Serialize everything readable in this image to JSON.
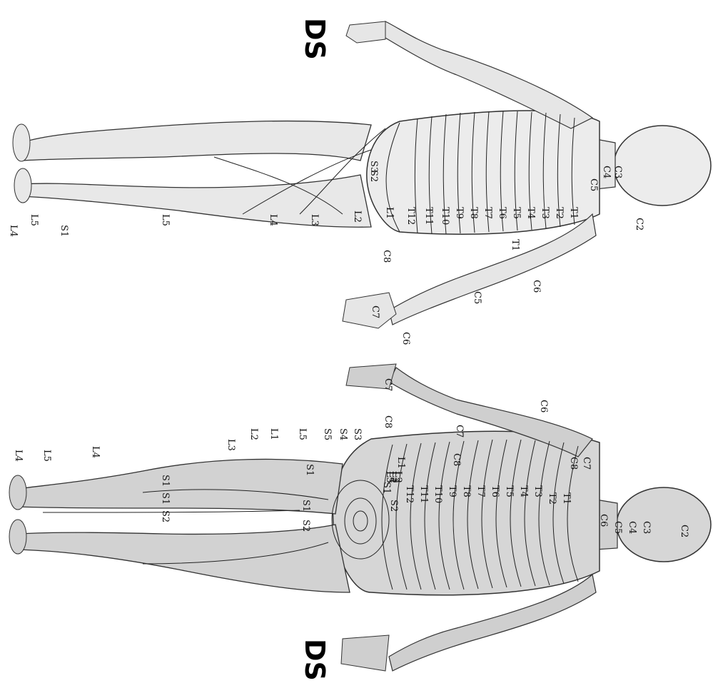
{
  "corner_marks": {
    "top": "DS",
    "bottom": "DS"
  },
  "anterior_labels": [
    "C2",
    "C3",
    "C4",
    "C5",
    "C6",
    "C8",
    "C7",
    "C5",
    "C6",
    "T1",
    "T1",
    "T2",
    "T3",
    "T4",
    "T5",
    "T6",
    "T7",
    "T8",
    "T9",
    "T10",
    "T11",
    "T12",
    "L1",
    "L2",
    "L3",
    "L4",
    "L5",
    "L5",
    "L4",
    "S1",
    "S2",
    "S3"
  ],
  "posterior_labels": [
    "C2",
    "C3",
    "C4",
    "C5",
    "C6",
    "C7",
    "C8",
    "C6",
    "C7",
    "C7",
    "C8",
    "C8",
    "T1",
    "T2",
    "T3",
    "T4",
    "T5",
    "T6",
    "T7",
    "T8",
    "T9",
    "T10",
    "T11",
    "T12",
    "L1",
    "L2",
    "L3",
    "L4",
    "L5",
    "S1",
    "S2",
    "S3",
    "S4",
    "S5",
    "S1",
    "L5",
    "L1",
    "L2",
    "L3",
    "S1",
    "S2",
    "S1",
    "S1",
    "S2",
    "L4",
    "L5",
    "L4"
  ],
  "colors": {
    "skin_front": "#ececec",
    "skin_back": "#d6d6d6",
    "outline": "#333333",
    "band_line": "#222222"
  }
}
